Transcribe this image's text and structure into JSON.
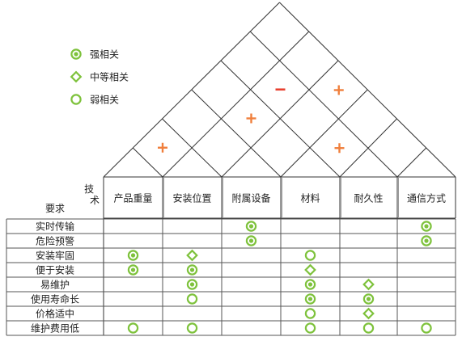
{
  "legend": [
    {
      "symbol": "strong",
      "label": "强相关"
    },
    {
      "symbol": "medium",
      "label": "中等相关"
    },
    {
      "symbol": "weak",
      "label": "弱相关"
    }
  ],
  "header": {
    "technical": "技\n术",
    "requirements": "要求"
  },
  "columns": [
    "产品重量",
    "安装位置",
    "附属设备",
    "材料",
    "耐久性",
    "通信方式"
  ],
  "rows": [
    {
      "label": "实时传输",
      "cells": [
        "",
        "",
        "strong",
        "",
        "",
        "strong"
      ]
    },
    {
      "label": "危险预警",
      "cells": [
        "",
        "",
        "strong",
        "",
        "",
        "strong"
      ]
    },
    {
      "label": "安装牢固",
      "cells": [
        "strong",
        "medium",
        "",
        "weak",
        "",
        ""
      ]
    },
    {
      "label": "便于安装",
      "cells": [
        "strong",
        "strong",
        "",
        "medium",
        "",
        ""
      ]
    },
    {
      "label": "易维护",
      "cells": [
        "",
        "strong",
        "",
        "strong",
        "medium",
        ""
      ]
    },
    {
      "label": "使用寿命长",
      "cells": [
        "",
        "weak",
        "",
        "strong",
        "strong",
        ""
      ]
    },
    {
      "label": "价格适中",
      "cells": [
        "",
        "",
        "",
        "weak",
        "medium",
        ""
      ]
    },
    {
      "label": "维护费用低",
      "cells": [
        "weak",
        "weak",
        "",
        "weak",
        "weak",
        "weak"
      ]
    }
  ],
  "roof": [
    {
      "a": 0,
      "b": 1,
      "sign": "+"
    },
    {
      "a": 1,
      "b": 3,
      "sign": "+"
    },
    {
      "a": 1,
      "b": 4,
      "sign": "-"
    },
    {
      "a": 2,
      "b": 5,
      "sign": "+"
    },
    {
      "a": 3,
      "b": 4,
      "sign": "+"
    }
  ],
  "colors": {
    "symbol": "#7ec23c",
    "sign": "#f07f3c",
    "minus": "#e8402f",
    "line": "#333333",
    "grid": "#555555"
  }
}
